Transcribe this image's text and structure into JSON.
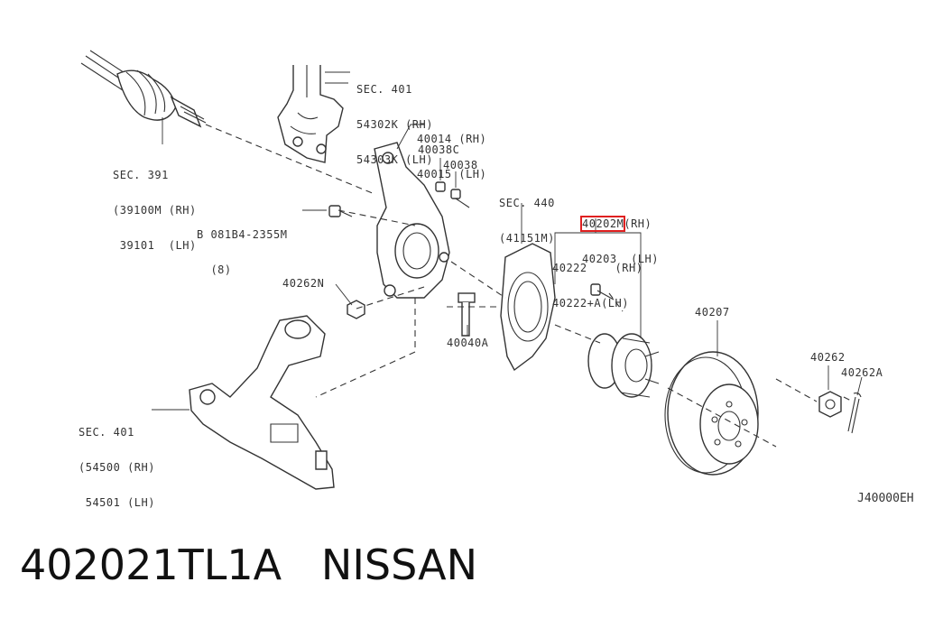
{
  "callouts": {
    "sec401_strut": {
      "l1": "SEC. 401",
      "l2": "54302K (RH)",
      "l3": "54303K (LH)"
    },
    "sec391": {
      "l1": "SEC. 391",
      "l2": "(39100M (RH)",
      "l3": " 39101  (LH)"
    },
    "knuckle": {
      "l1": "40014 (RH)",
      "l2": "40015 (LH)"
    },
    "p40038c": "40038C",
    "p40038": "40038",
    "bolt_b": {
      "l1": "B 081B4-2355M",
      "l2": "  (8)"
    },
    "sec440": {
      "l1": "SEC. 440",
      "l2": "(41151M)"
    },
    "hub": {
      "part_rh": "40202M",
      "rh": "(RH)",
      "l2": "40203  (LH)"
    },
    "bolt40222": {
      "l1": "40222    (RH)",
      "l2": "40222+A(LH)"
    },
    "p40262n": "40262N",
    "p40040a": "40040A",
    "p40207": "40207",
    "p40262": "40262",
    "p40262a": "40262A",
    "sec401_arm": {
      "l1": "SEC. 401",
      "l2": "(54500 (RH)",
      "l3": " 54501 (LH)"
    }
  },
  "diagram_ref": "J40000EH",
  "caption": "402021TL1A   NISSAN",
  "colors": {
    "highlight": "#e02020",
    "line": "#333333"
  }
}
